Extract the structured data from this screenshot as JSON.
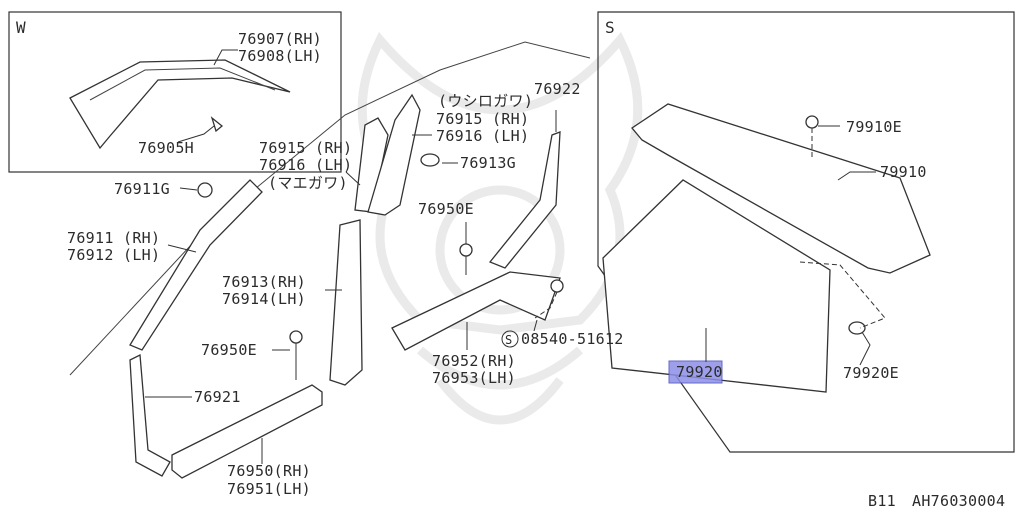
{
  "sections": {
    "w": "W",
    "s": "S"
  },
  "labels": {
    "p76907": "76907(RH)",
    "p76908": "76908(LH)",
    "p76905H": "76905H",
    "p76911G": "76911G",
    "p76911": "76911 (RH)",
    "p76912": "76912 (LH)",
    "p76915a": "76915 (RH)",
    "p76916a": "76916 (LH)",
    "maegawa": "(マエガワ)",
    "ushirogawa": "(ウシロガワ)",
    "p76915b": "76915 (RH)",
    "p76916b": "76916 (LH)",
    "p76913G": "76913G",
    "p76922": "76922",
    "p76950Ea": "76950E",
    "p76913": "76913(RH)",
    "p76914": "76914(LH)",
    "p76950Eb": "76950E",
    "p76921": "76921",
    "p76950": "76950(RH)",
    "p76951": "76951(LH)",
    "p76952": "76952(RH)",
    "p76953": "76953(LH)",
    "screw_mark": "S",
    "p08540": "08540-51612",
    "p79910E": "79910E",
    "p79910": "79910",
    "p79920": "79920",
    "p79920E": "79920E"
  },
  "footer": {
    "model": "B11",
    "code": "AH76030004"
  },
  "highlight": {
    "part": "79920",
    "color": "#8c8fe8"
  }
}
